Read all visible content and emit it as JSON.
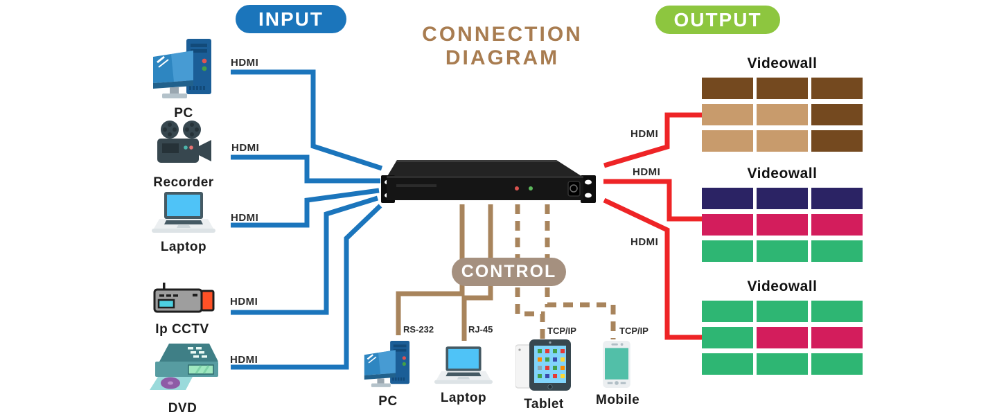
{
  "badges": {
    "input": {
      "label": "INPUT",
      "color": "#1b75bb"
    },
    "output": {
      "label": "OUTPUT",
      "color": "#8dc63f"
    },
    "control": {
      "label": "CONTROL",
      "color": "#a5907f"
    }
  },
  "title": {
    "line1": "CONNECTION",
    "line2": "DIAGRAM",
    "color": "#a87c50"
  },
  "wire_colors": {
    "input": "#1b75bc",
    "output": "#ee2426",
    "control": "#a8845c"
  },
  "inputs": [
    {
      "name": "PC",
      "cable": "HDMI"
    },
    {
      "name": "Recorder",
      "cable": "HDMI"
    },
    {
      "name": "Laptop",
      "cable": "HDMI"
    },
    {
      "name": "Ip CCTV",
      "cable": "HDMI"
    },
    {
      "name": "DVD",
      "cable": "HDMI"
    }
  ],
  "outputs": [
    {
      "name": "Videowall",
      "cable": "HDMI",
      "tiles": [
        [
          "#74491f",
          "#74491f",
          "#74491f"
        ],
        [
          "#c89b6c",
          "#c89b6c",
          "#74491f"
        ],
        [
          "#c89b6c",
          "#c89b6c",
          "#74491f"
        ]
      ]
    },
    {
      "name": "Videowall",
      "cable": "HDMI",
      "tiles": [
        [
          "#2b2364",
          "#2b2364",
          "#2b2364"
        ],
        [
          "#d31d5c",
          "#d31d5c",
          "#d31d5c"
        ],
        [
          "#2eb673",
          "#2eb673",
          "#2eb673"
        ]
      ]
    },
    {
      "name": "Videowall",
      "cable": "HDMI",
      "tiles": [
        [
          "#2eb673",
          "#2eb673",
          "#2eb673"
        ],
        [
          "#2eb673",
          "#d31d5c",
          "#d31d5c"
        ],
        [
          "#2eb673",
          "#2eb673",
          "#2eb673"
        ]
      ]
    }
  ],
  "controls": [
    {
      "name": "PC",
      "port": "RS-232"
    },
    {
      "name": "Laptop",
      "port": "RJ-45"
    },
    {
      "name": "Tablet",
      "port": "TCP/IP"
    },
    {
      "name": "Mobile",
      "port": "TCP/IP"
    }
  ]
}
